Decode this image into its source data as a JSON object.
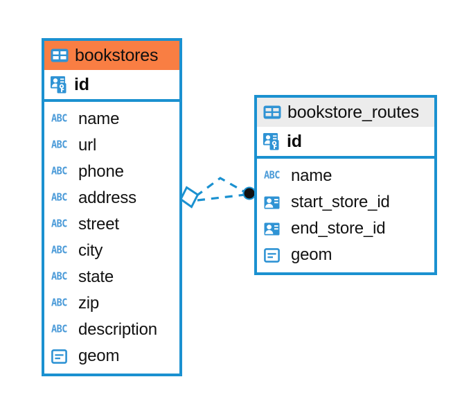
{
  "diagram": {
    "type": "entity-relationship-diagram",
    "background": "#ffffff",
    "accent_color": "#1b91d0",
    "highlight_color": "#f97e43",
    "header_gray": "#ececec"
  },
  "entities": [
    {
      "name": "bookstores",
      "header_style": "orange",
      "primary_key": {
        "label": "id",
        "icon": "primary-key-icon"
      },
      "fields": [
        {
          "label": "name",
          "icon": "abc-icon"
        },
        {
          "label": "url",
          "icon": "abc-icon"
        },
        {
          "label": "phone",
          "icon": "abc-icon"
        },
        {
          "label": "address",
          "icon": "abc-icon"
        },
        {
          "label": "street",
          "icon": "abc-icon"
        },
        {
          "label": "city",
          "icon": "abc-icon"
        },
        {
          "label": "state",
          "icon": "abc-icon"
        },
        {
          "label": "zip",
          "icon": "abc-icon"
        },
        {
          "label": "description",
          "icon": "abc-icon"
        },
        {
          "label": "geom",
          "icon": "geometry-icon"
        }
      ]
    },
    {
      "name": "bookstore_routes",
      "header_style": "gray",
      "primary_key": {
        "label": "id",
        "icon": "primary-key-icon"
      },
      "fields": [
        {
          "label": "name",
          "icon": "abc-icon"
        },
        {
          "label": "start_store_id",
          "icon": "foreign-key-icon"
        },
        {
          "label": "end_store_id",
          "icon": "foreign-key-icon"
        },
        {
          "label": "geom",
          "icon": "geometry-icon"
        }
      ]
    }
  ],
  "relationship": {
    "style": "dashed",
    "color": "#1b91d0",
    "source_marker": "diamond-outline",
    "target_marker": "filled-circle",
    "target_marker_color": "#111111"
  },
  "icons": {
    "table": "table-icon",
    "primary_key": "primary-key-icon",
    "foreign_key": "foreign-key-icon",
    "text_field": "abc-icon",
    "geometry_field": "geometry-icon",
    "abc_text": "ABC"
  }
}
